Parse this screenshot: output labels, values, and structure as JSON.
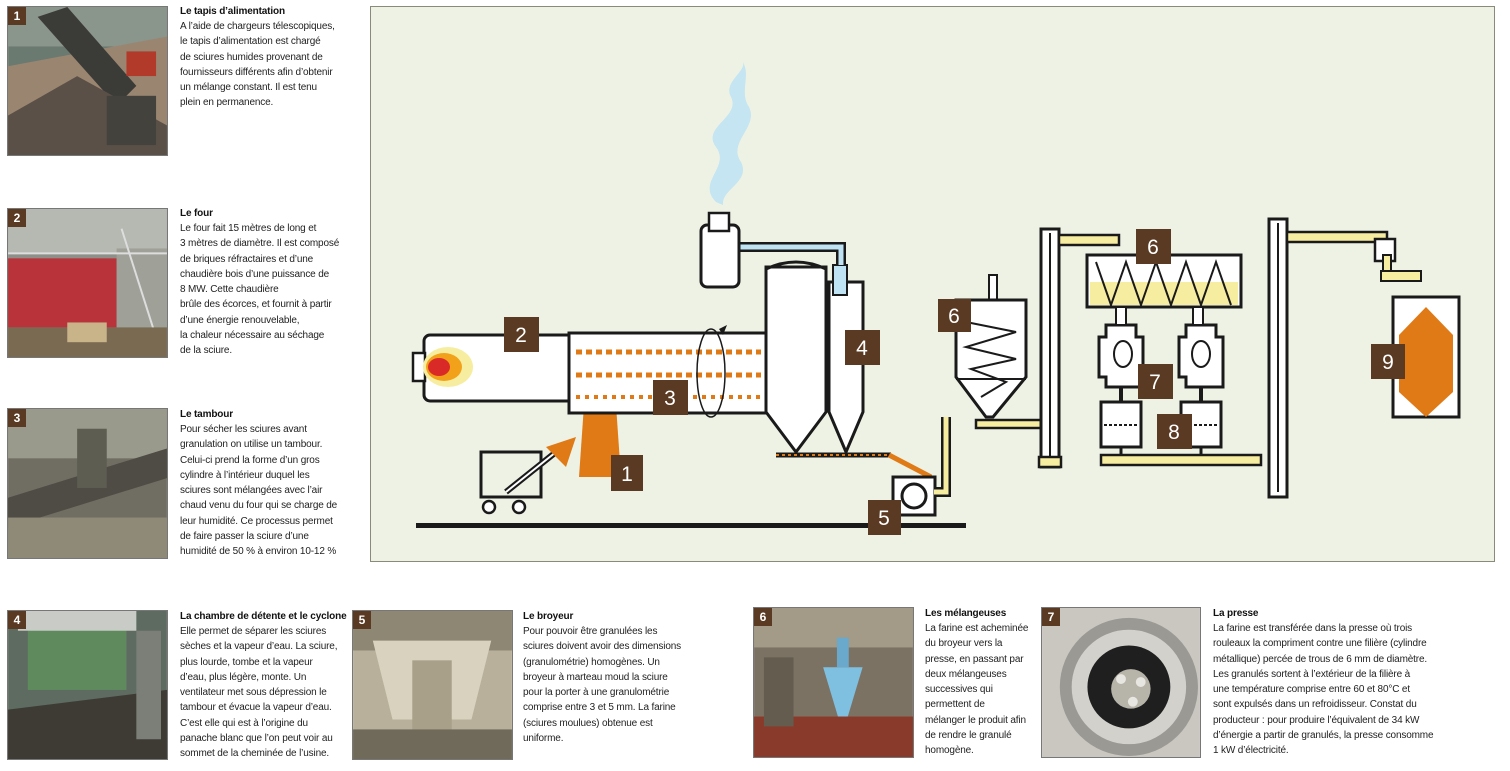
{
  "steps": [
    {
      "num": "1",
      "title": "Le tapis d’alimentation",
      "lines": [
        "A l’aide de chargeurs télescopiques,",
        "le tapis d’alimentation est chargé",
        "de sciures humides provenant de",
        "fournisseurs différents afin d’obtenir",
        "un mélange constant. Il est tenu",
        "plein en permanence."
      ]
    },
    {
      "num": "2",
      "title": "Le four",
      "lines": [
        "Le four fait 15 mètres de long et",
        "3 mètres de diamètre. Il est composé",
        "de briques réfractaires et d’une",
        "chaudière bois d’une puissance de",
        "8 MW. Cette chaudière",
        "brûle des écorces, et fournit à partir",
        "d’une énergie renouvelable,",
        "la chaleur nécessaire au séchage",
        "de la sciure."
      ]
    },
    {
      "num": "3",
      "title": "Le tambour",
      "lines": [
        "Pour sécher les sciures avant",
        "granulation on utilise un tambour.",
        "Celui-ci prend la forme d’un gros",
        "cylindre à l’intérieur duquel les",
        "sciures sont mélangées avec l’air",
        "chaud venu du four qui se charge de",
        "leur humidité. Ce processus permet",
        "de faire passer la sciure d’une",
        "humidité de 50 % à environ 10-12 %"
      ]
    },
    {
      "num": "4",
      "title": "La chambre de détente et le cyclone",
      "lines": [
        "Elle permet de séparer les sciures",
        "sèches et la vapeur d’eau. La sciure,",
        "plus lourde, tombe et la vapeur",
        "d’eau, plus légère, monte. Un",
        "ventilateur met sous dépression le",
        "tambour et évacue la vapeur d’eau.",
        "C’est elle qui est à l’origine du",
        "panache blanc que l’on peut voir au",
        "sommet de la cheminée de l’usine."
      ]
    },
    {
      "num": "5",
      "title": "Le broyeur",
      "lines": [
        "Pour pouvoir être granulées les",
        "sciures doivent avoir des dimensions",
        "(granulométrie) homogènes. Un",
        "broyeur à marteau moud la sciure",
        "pour la porter à une granulométrie",
        "comprise entre 3 et 5 mm. La farine",
        "(sciures moulues) obtenue est",
        "uniforme."
      ]
    },
    {
      "num": "6",
      "title": "Les mélangeuses",
      "lines": [
        "La farine est acheminée",
        "du broyeur vers la",
        "presse, en passant par",
        "deux mélangeuses",
        "successives qui",
        "permettent de",
        "mélanger le produit afin",
        "de rendre le granulé",
        "homogène."
      ]
    },
    {
      "num": "7",
      "title": "La presse",
      "lines": [
        "La farine est transférée dans la presse où trois",
        "rouleaux la compriment contre une filière (cylindre",
        "métallique) percée de trous de 6 mm de diamètre.",
        "Les granulés sortent à l’extérieur de la filière à",
        "une température comprise entre 60 et 80°C et",
        "sont expulsés dans un refroidisseur. Constat du",
        "producteur : pour produire l’équivalent de 34 kW",
        "d’énergie a partir de granulés, la presse consomme",
        "1 kW d’électricité."
      ]
    }
  ],
  "diagram_labels": [
    "1",
    "2",
    "3",
    "4",
    "5",
    "6",
    "6",
    "7",
    "8",
    "9"
  ],
  "colors": {
    "brown": "#5a3a22",
    "orange": "#e07a16",
    "cream": "#f7eda0",
    "light_blue": "#bfe3f2",
    "background": "#eef2e5"
  }
}
